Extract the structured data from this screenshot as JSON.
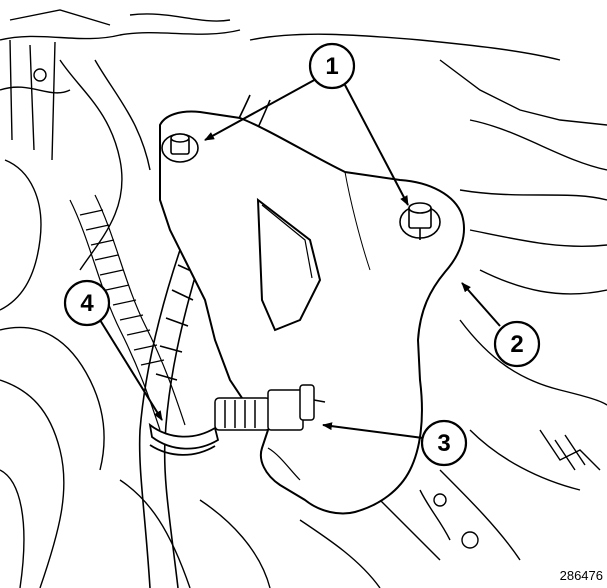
{
  "figure": {
    "number": "286476",
    "callouts": [
      {
        "label": "1"
      },
      {
        "label": "2"
      },
      {
        "label": "3"
      },
      {
        "label": "4"
      }
    ]
  }
}
